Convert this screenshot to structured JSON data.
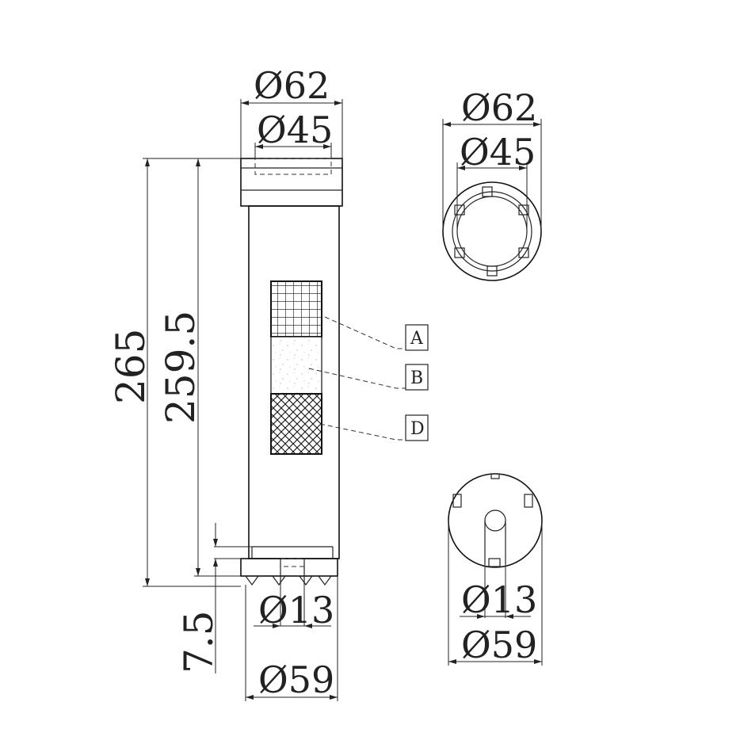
{
  "dimensions": {
    "side_outer_diameter": "Ø62",
    "side_inner_diameter": "Ø45",
    "side_total_length": "265",
    "side_media_length": "259.5",
    "side_bottom_offset": "7.5",
    "side_bottom_hole": "Ø13",
    "side_bottom_diameter": "Ø59",
    "top_outer_diameter": "Ø62",
    "top_inner_diameter": "Ø45",
    "bottom_hole": "Ø13",
    "bottom_diameter": "Ø59"
  },
  "callouts": {
    "a": "A",
    "b": "B",
    "d": "D"
  }
}
